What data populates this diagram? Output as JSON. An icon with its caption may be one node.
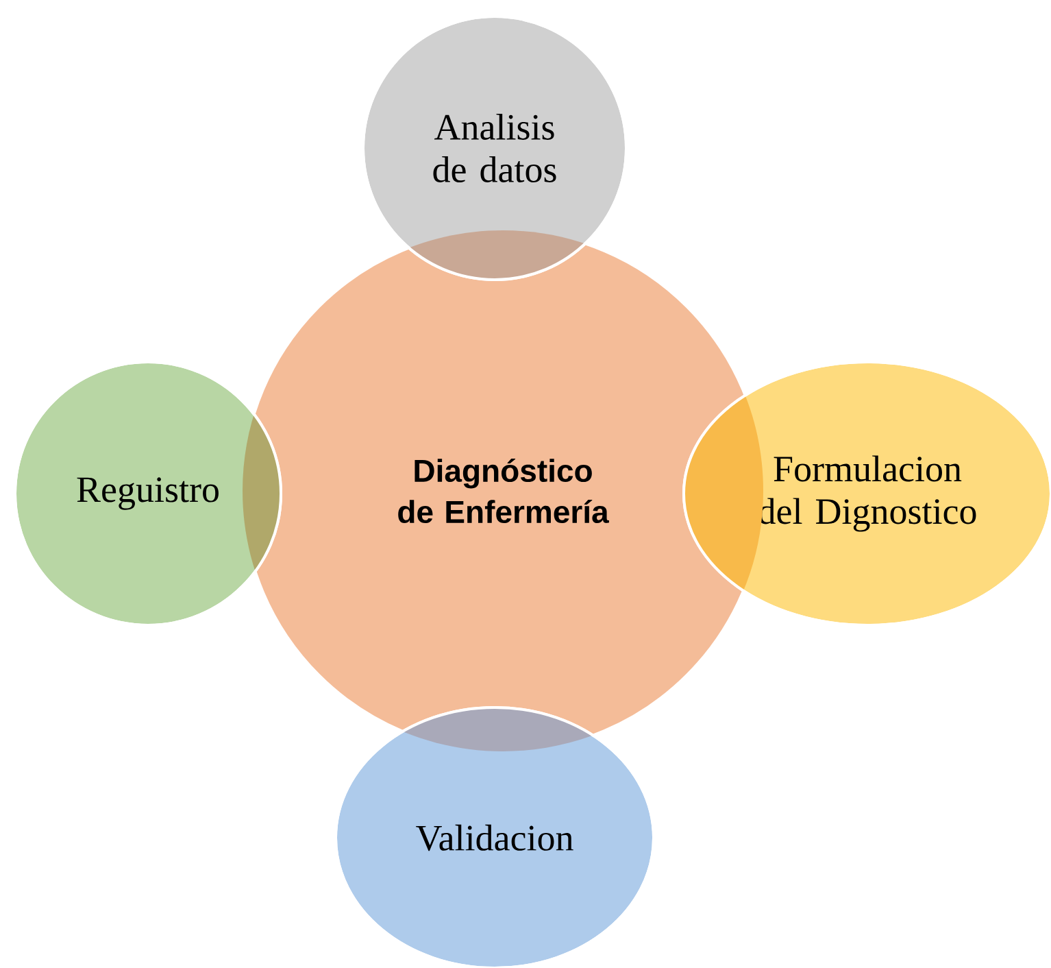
{
  "diagram": {
    "nodes": [
      {
        "text": [
          "Analisis de datos"
        ]
      },
      {
        "text": [
          "Reguistro"
        ]
      },
      {
        "text": [
          "Diagnóstico de Enfermería"
        ]
      },
      {
        "text": [
          "Formulacion del Dignostico"
        ]
      },
      {
        "text": [
          "Validacion"
        ]
      }
    ]
  }
}
